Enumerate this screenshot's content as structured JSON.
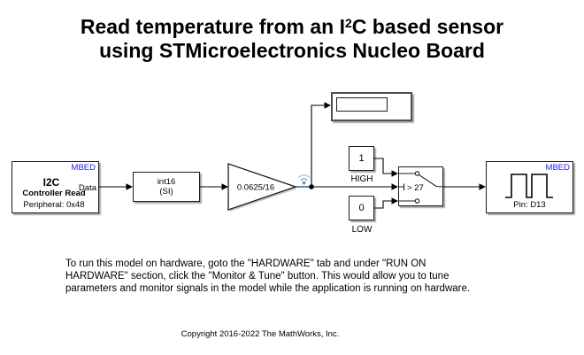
{
  "title": {
    "line1_pre": "Read temperature from an I",
    "line1_sup": "2",
    "line1_post": "C based sensor",
    "line2": "using STMicroelectronics Nucleo Board"
  },
  "blocks": {
    "i2c_read": {
      "tag": "MBED",
      "name_line1": "I2C",
      "name_line2": "Controller Read",
      "param": "Peripheral: 0x48",
      "out_port": "Data"
    },
    "data_type_conversion": {
      "line1": "int16",
      "line2": "(SI)"
    },
    "gain": {
      "value": "0.0625/16"
    },
    "display": {
      "value": ""
    },
    "constant_high": {
      "value": "1",
      "label": "HIGH"
    },
    "constant_low": {
      "value": "0",
      "label": "LOW"
    },
    "switch": {
      "criteria": "> 27"
    },
    "digital_write": {
      "tag": "MBED",
      "param": "Pin: D13"
    }
  },
  "annotation": {
    "lines": [
      "To run this model on hardware, goto the \"HARDWARE\" tab and under \"RUN ON",
      "HARDWARE\" section, click the \"Monitor & Tune\" button. This would allow you to tune",
      "parameters and monitor signals in the model while the application is running on hardware."
    ]
  },
  "copyright": "Copyright 2016-2022 The MathWorks, Inc.",
  "colors": {
    "mbed_tag": "#2222dd",
    "wire": "#000000",
    "logging_badge_dot": "#5b9bd5",
    "logging_badge_arc_inner": "#7fb0de",
    "logging_badge_arc_outer": "#abcbe8"
  }
}
